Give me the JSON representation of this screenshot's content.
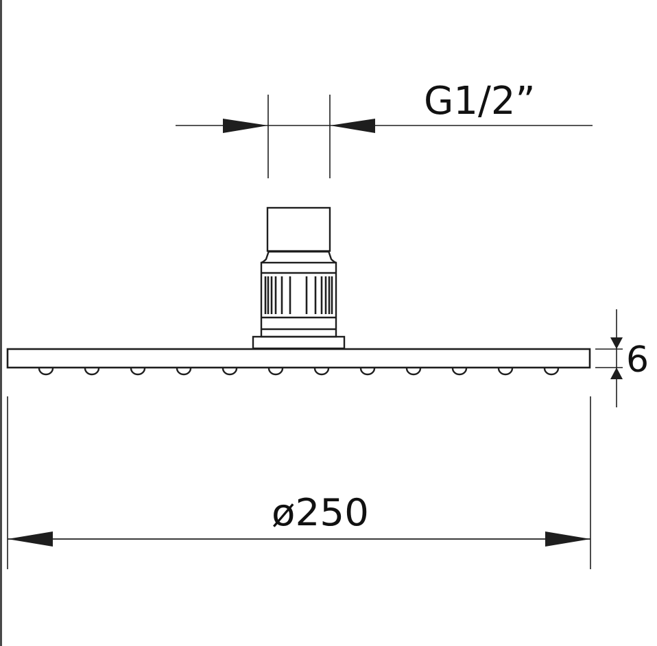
{
  "drawing": {
    "title": "Shower head dimension drawing",
    "colors": {
      "line": "#1e1e1e",
      "background": "#ffffff",
      "border": "#4a4a4a"
    },
    "labels": {
      "thread": "G1/2”",
      "thickness": "6",
      "diameter": "ø250"
    },
    "nozzle_count": 12
  }
}
